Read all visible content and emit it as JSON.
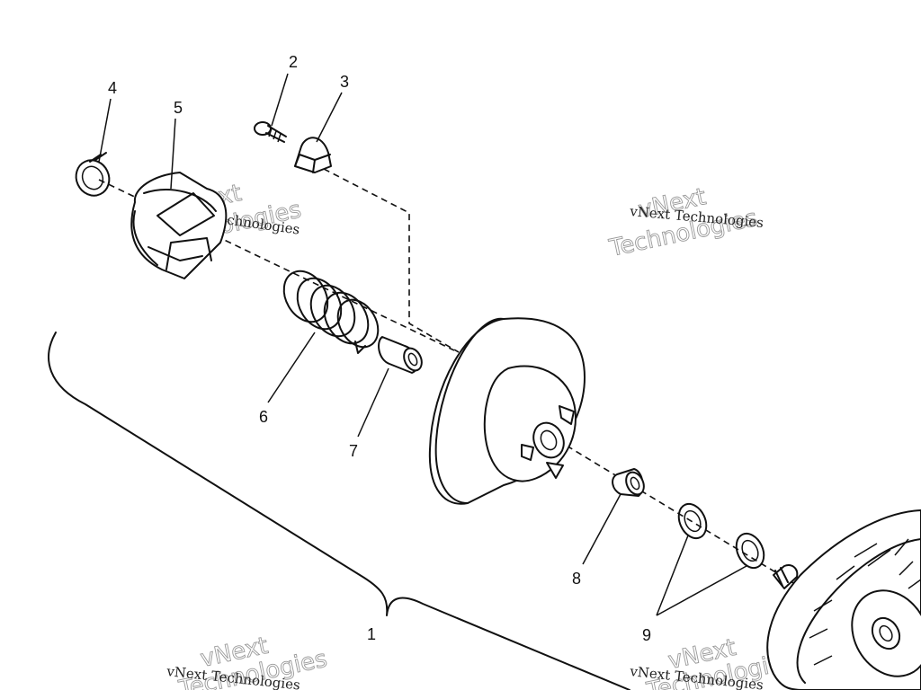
{
  "callouts": [
    {
      "id": "c1",
      "text": "1"
    },
    {
      "id": "c2",
      "text": "2"
    },
    {
      "id": "c3",
      "text": "3"
    },
    {
      "id": "c4",
      "text": "4"
    },
    {
      "id": "c5",
      "text": "5"
    },
    {
      "id": "c6",
      "text": "6"
    },
    {
      "id": "c7",
      "text": "7"
    },
    {
      "id": "c8",
      "text": "8"
    },
    {
      "id": "c9",
      "text": "9"
    }
  ],
  "watermark": {
    "line1": "vNext Technologies",
    "line2": "vNext",
    "line3": "Technologies"
  }
}
